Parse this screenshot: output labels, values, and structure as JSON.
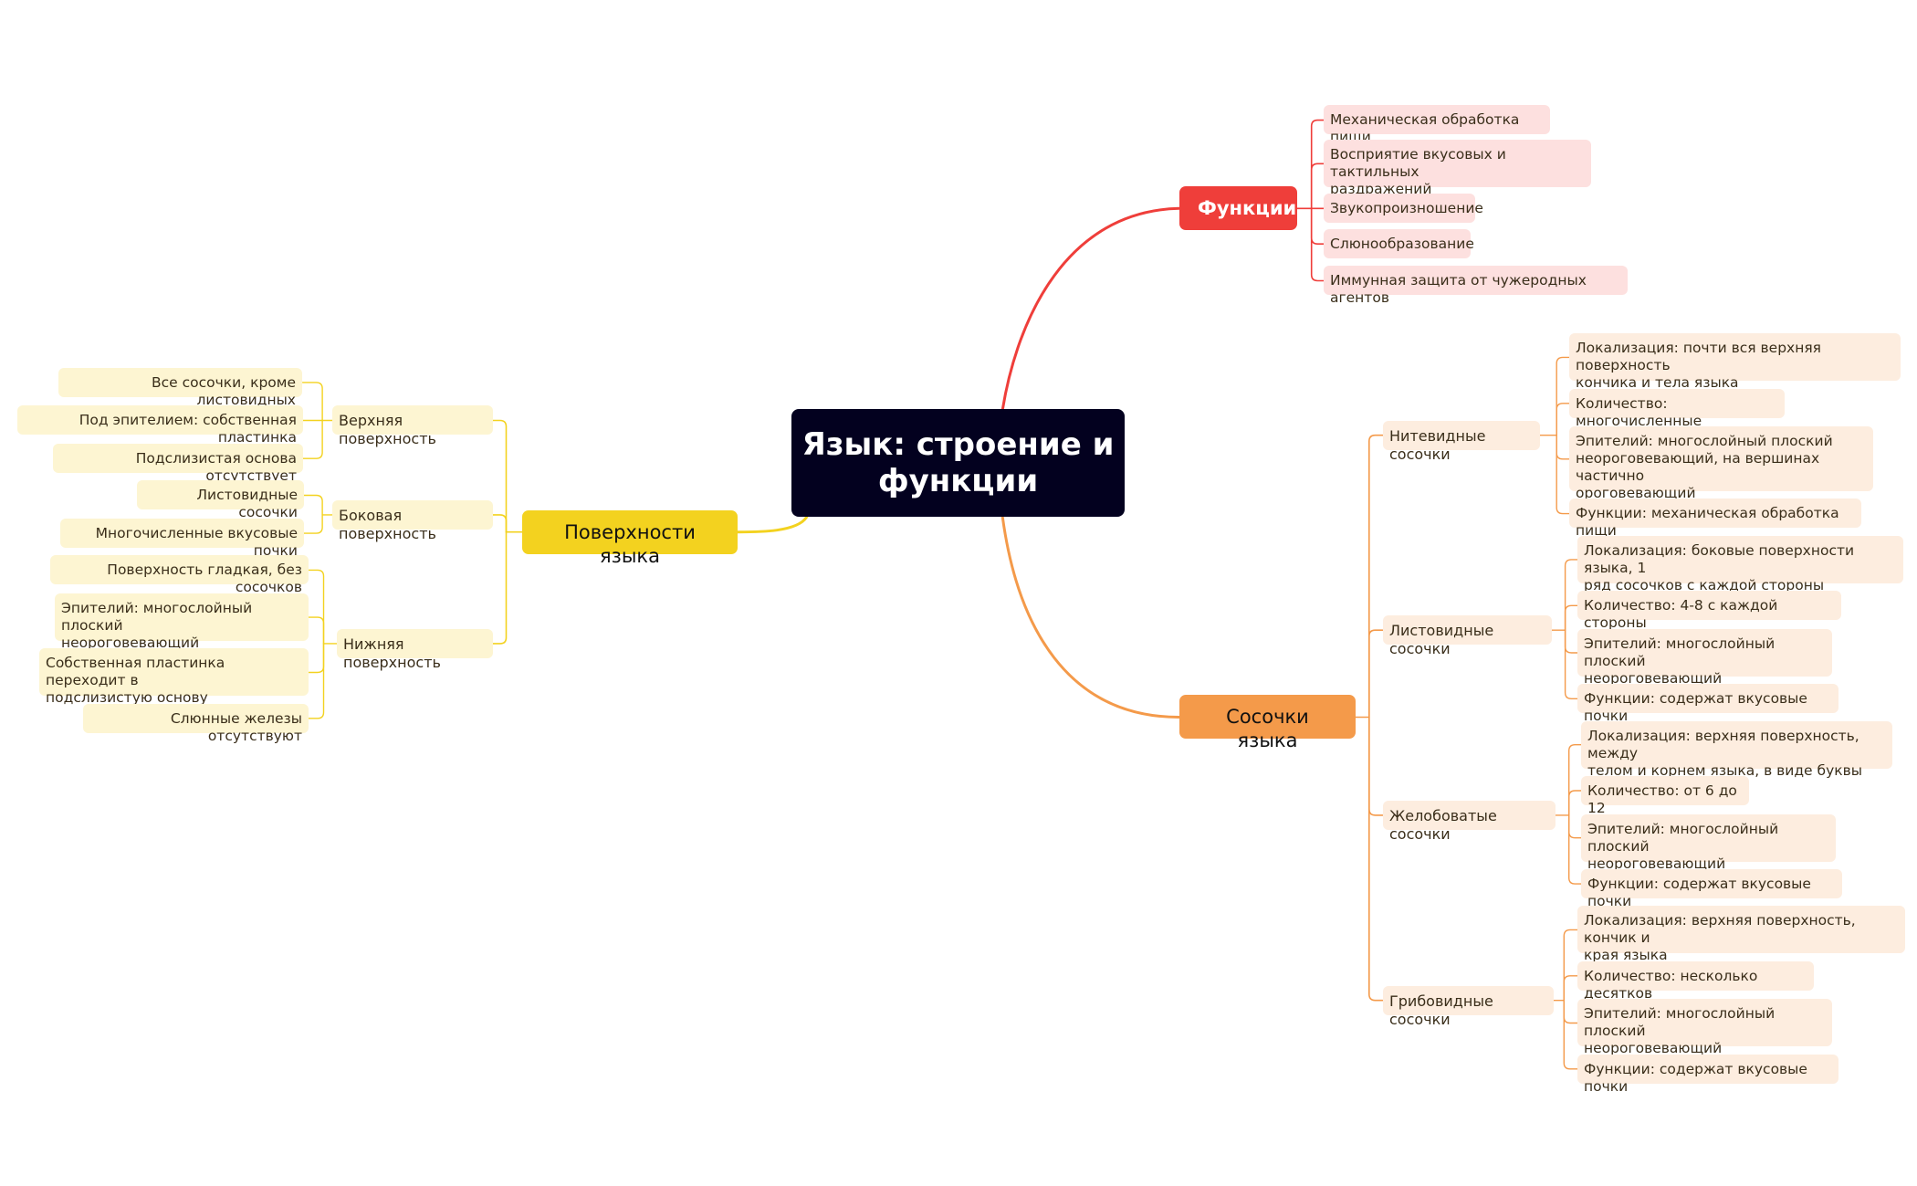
{
  "root": {
    "title": "Язык: строение и\nфункции",
    "color": "#03011f"
  },
  "colors": {
    "functions": "#ef3e3a",
    "papillae": "#f49a4a",
    "surfaces": "#f3d21f",
    "red_leaf": "#fde0df",
    "orange_leaf": "#fdeddf",
    "yellow_leaf": "#fdf5d2"
  },
  "functions": {
    "label": "Функции",
    "items": [
      "Механическая обработка пищи",
      "Восприятие вкусовых и тактильных\nраздражений",
      "Звукопроизношение",
      "Слюнообразование",
      "Иммунная защита от чужеродных агентов"
    ]
  },
  "papillae": {
    "label": "Сосочки языка",
    "groups": [
      {
        "label": "Нитевидные сосочки",
        "items": [
          "Локализация: почти вся верхняя поверхность\nкончика и тела языка",
          "Количество: многочисленные",
          "Эпителий: многослойный плоский\nнеороговевающий, на вершинах частично\nороговевающий",
          "Функции: механическая обработка пищи"
        ]
      },
      {
        "label": "Листовидные сосочки",
        "items": [
          "Локализация: боковые поверхности языка, 1\nряд сосочков с каждой стороны",
          "Количество: 4-8 с каждой стороны",
          "Эпителий: многослойный плоский\nнеороговевающий",
          "Функции: содержат вкусовые почки"
        ]
      },
      {
        "label": "Желобоватые сосочки",
        "items": [
          "Локализация: верхняя поверхность, между\nтелом и корнем языка, в виде буквы \"V\"",
          "Количество: от 6 до 12",
          "Эпителий: многослойный плоский\nнеороговевающий",
          "Функции: содержат вкусовые почки"
        ]
      },
      {
        "label": "Грибовидные сосочки",
        "items": [
          "Локализация: верхняя поверхность, кончик и\nкрая языка",
          "Количество: несколько десятков",
          "Эпителий: многослойный плоский\nнеороговевающий",
          "Функции: содержат вкусовые почки"
        ]
      }
    ]
  },
  "surfaces": {
    "label": "Поверхности языка",
    "groups": [
      {
        "label": "Верхняя поверхность",
        "items": [
          "Все сосочки, кроме листовидных",
          "Под эпителием: собственная пластинка",
          "Подслизистая основа отсутствует"
        ]
      },
      {
        "label": "Боковая поверхность",
        "items": [
          "Листовидные сосочки",
          "Многочисленные вкусовые почки"
        ]
      },
      {
        "label": "Нижняя поверхность",
        "items": [
          "Поверхность гладкая, без сосочков",
          "Эпителий: многослойный плоский\nнеороговевающий",
          "Собственная пластинка переходит в\nподслизистую основу",
          "Слюнные железы отсутствуют"
        ]
      }
    ]
  }
}
